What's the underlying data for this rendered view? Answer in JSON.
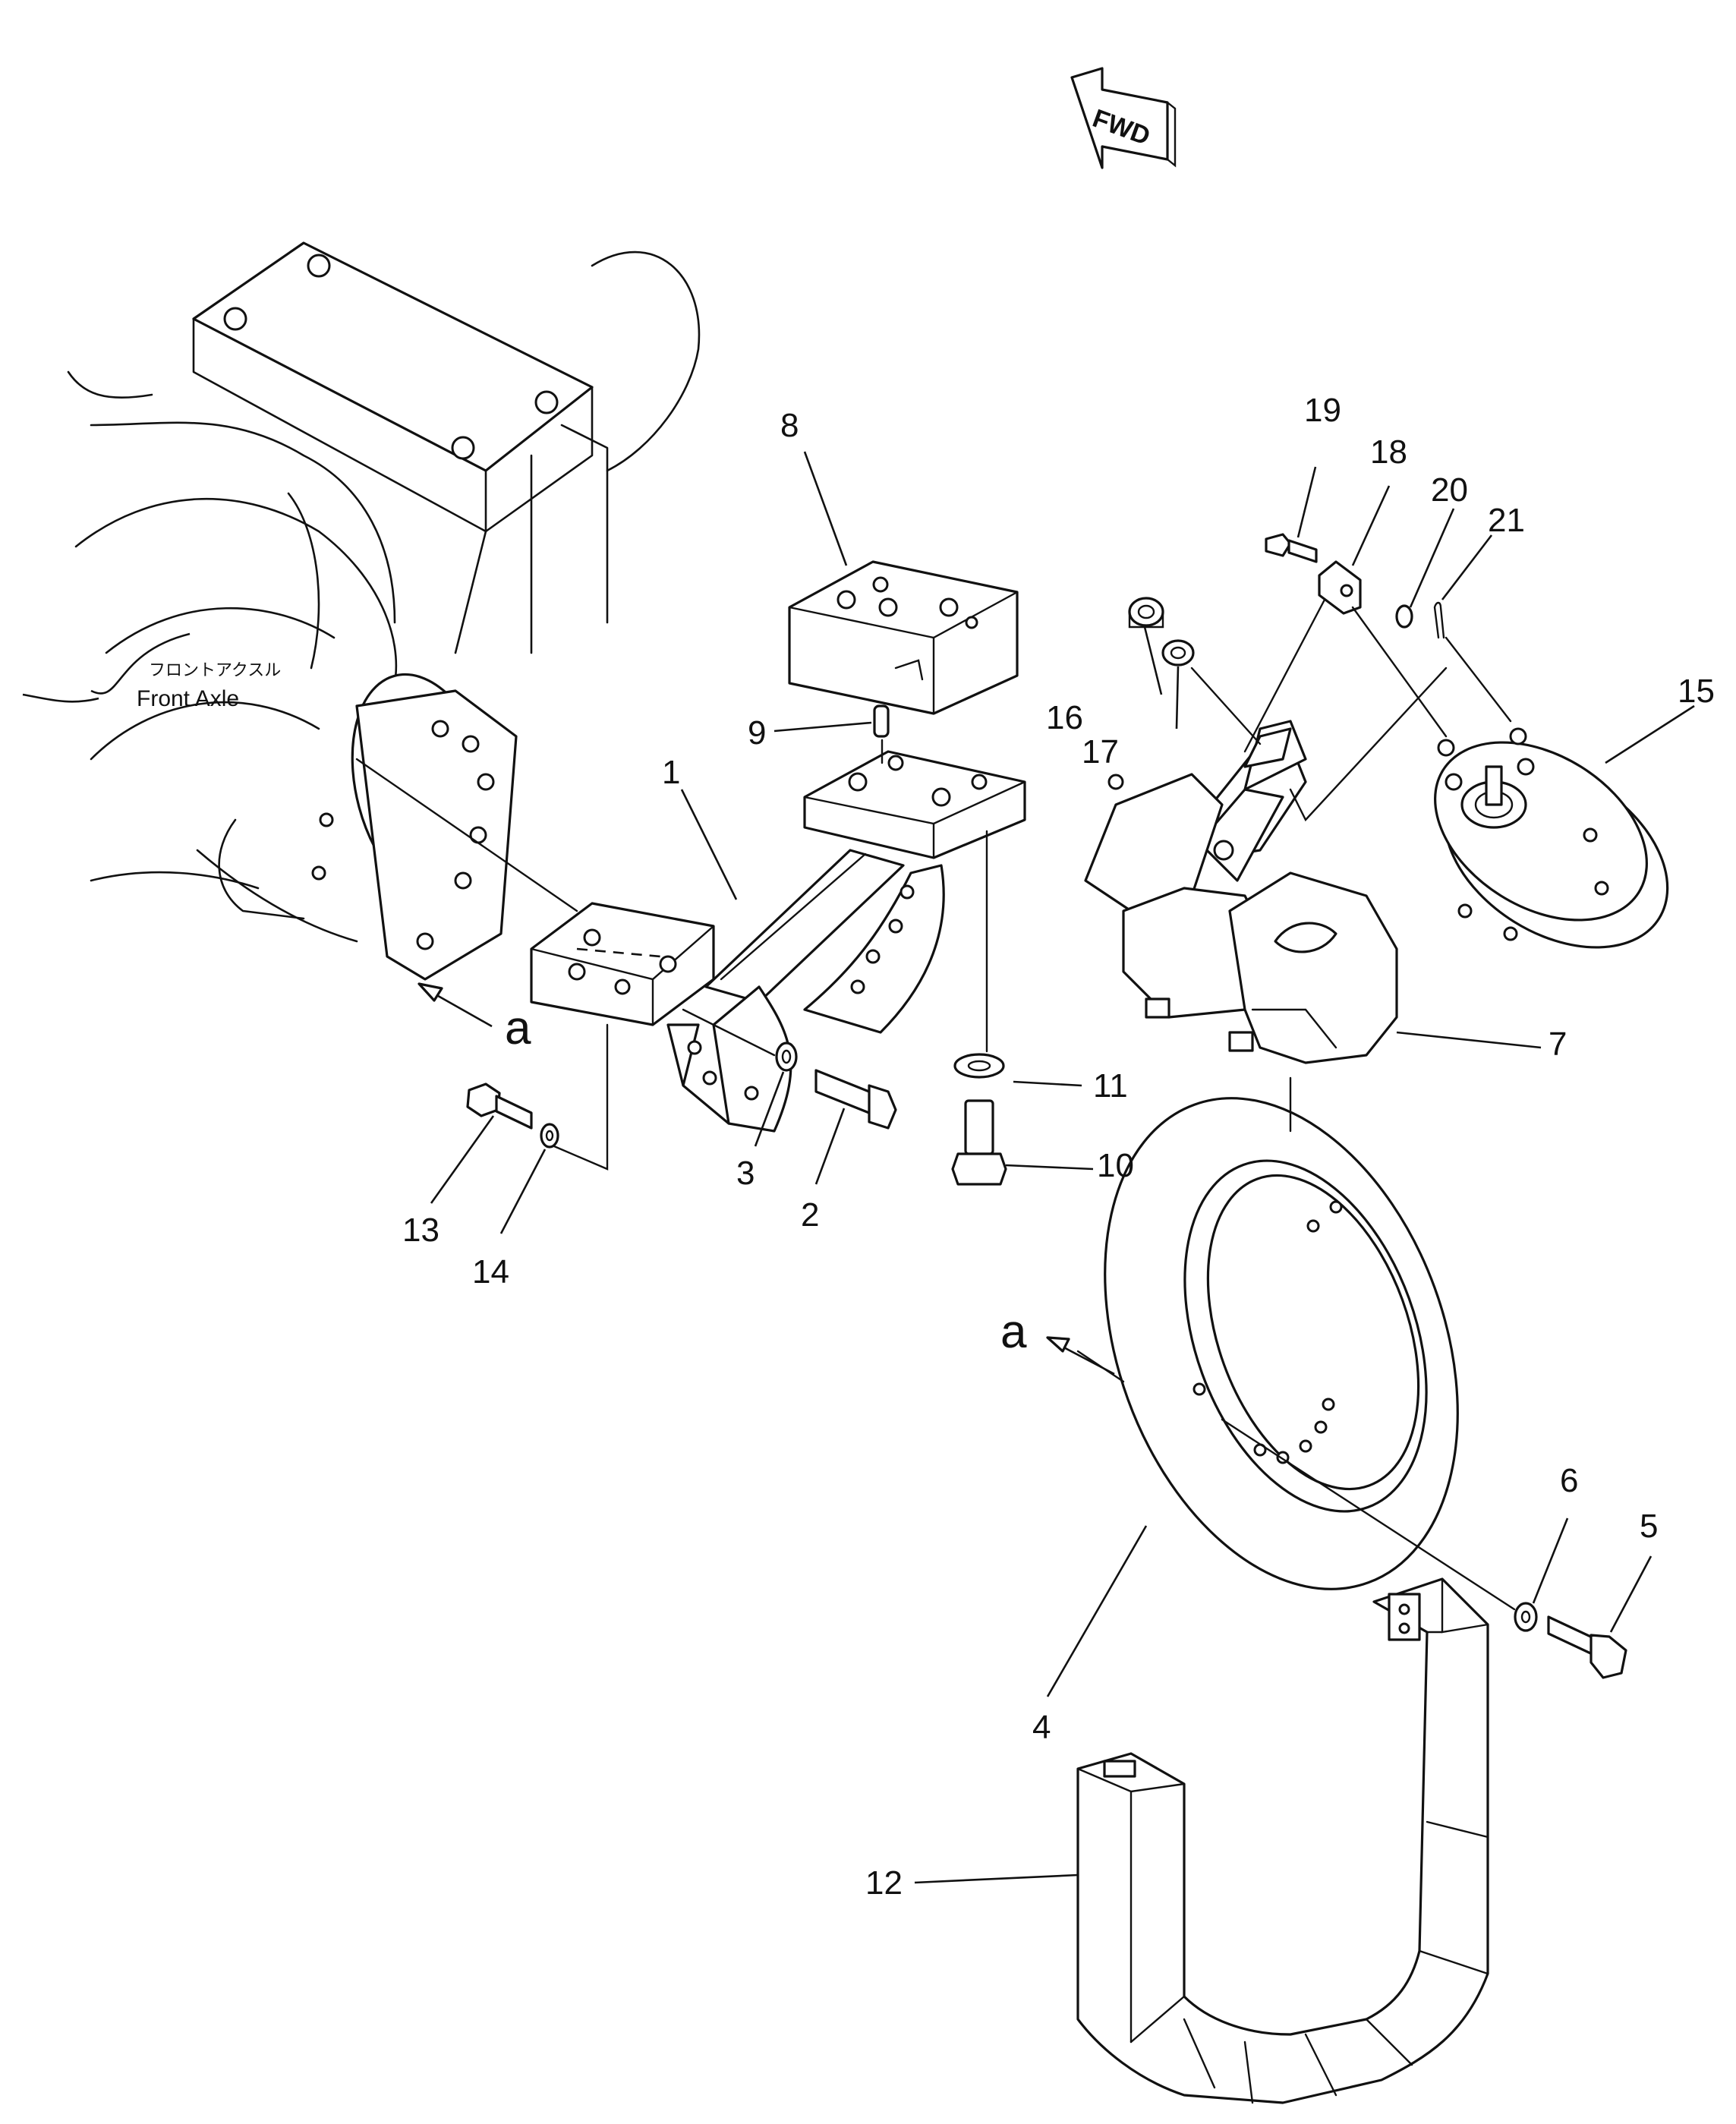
{
  "fwd_label": "FWD",
  "front_axle_jp": "フロントアクスル",
  "front_axle_en": "Front Axle",
  "view_marker": "a",
  "part_numbers": {
    "p1": "1",
    "p2": "2",
    "p3": "3",
    "p4": "4",
    "p5": "5",
    "p6": "6",
    "p7": "7",
    "p8": "8",
    "p9": "9",
    "p10": "10",
    "p11": "11",
    "p12": "12",
    "p13": "13",
    "p14": "14",
    "p15": "15",
    "p16": "16",
    "p17": "17",
    "p18": "18",
    "p19": "19",
    "p20": "20",
    "p21": "21"
  }
}
